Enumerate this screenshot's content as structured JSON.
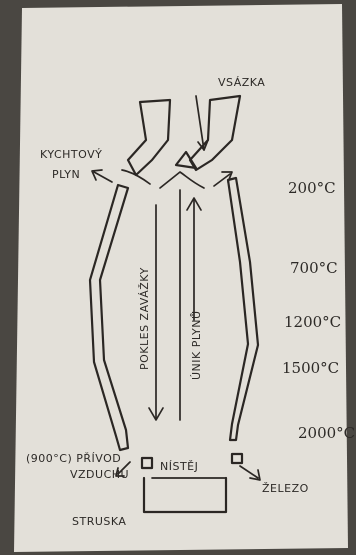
{
  "labels": {
    "charge": "VSÁZKA",
    "top_gas_line1": "KYCHTOVÝ",
    "top_gas_line2": "PLYN",
    "burden_descent": "POKLES ZAVÁŽKY",
    "gas_escape": "ÚNIK PLYNŮ",
    "air_inlet_line1": "(900°C) PŘÍVOD",
    "air_inlet_line2": "VZDUCHU",
    "hearth": "NÍSTĚJ",
    "iron": "ŽELEZO",
    "slag": "STRUSKA"
  },
  "temperatures": [
    "200°C",
    "700°C",
    "1200°C",
    "1500°C",
    "2000°C"
  ]
}
